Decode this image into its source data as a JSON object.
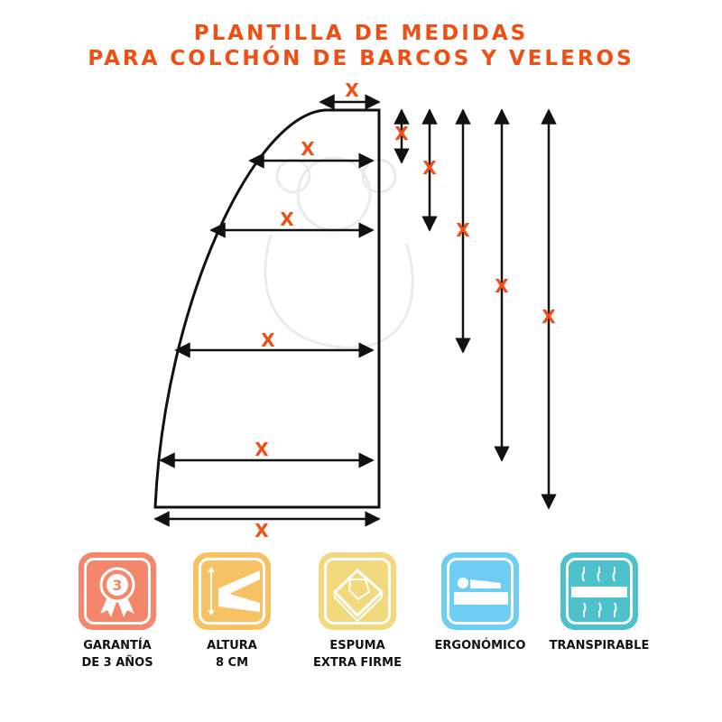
{
  "title": {
    "line1": "PLANTILLA DE MEDIDAS",
    "line2": "PARA COLCHÓN DE BARCOS Y VELEROS"
  },
  "measure_label": "X",
  "colors": {
    "accent": "#f04e12",
    "garantia": "#f4876b",
    "altura": "#f7c263",
    "espuma": "#f2d97e",
    "ergonomico": "#6dcdf3",
    "transpirable": "#4cc1cc"
  },
  "features": [
    {
      "icon": "ribbon-badge-3-icon",
      "line1": "GARANTÍA",
      "line2": "DE 3 AÑOS"
    },
    {
      "icon": "height-icon",
      "line1": "ALTURA",
      "line2": "8 CM"
    },
    {
      "icon": "foam-hand-icon",
      "line1": "ESPUMA",
      "line2": "EXTRA FIRME"
    },
    {
      "icon": "person-lying-icon",
      "line1": "ERGONÓMICO",
      "line2": ""
    },
    {
      "icon": "breathable-arrows-icon",
      "line1": "TRANSPIRABLE",
      "line2": ""
    }
  ],
  "badge_number": "3"
}
